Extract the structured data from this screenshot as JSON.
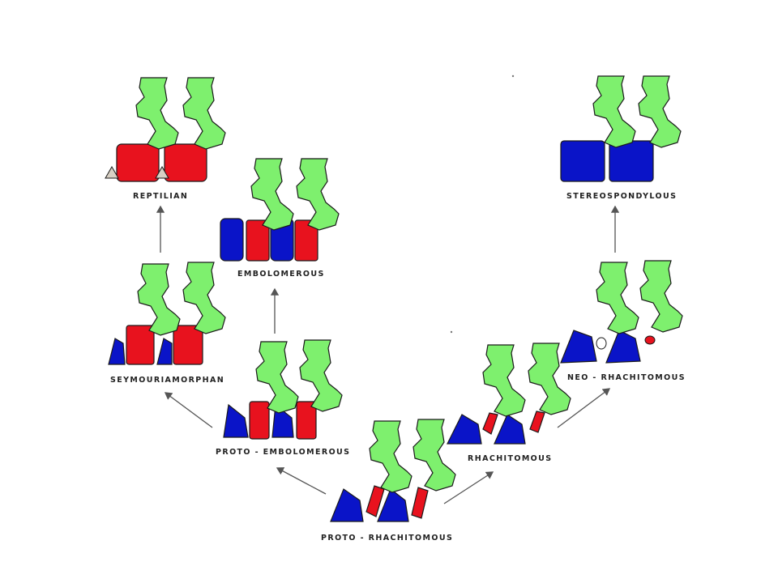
{
  "colors": {
    "neural_arch": "#7ef06e",
    "intercentrum": "#0a14c8",
    "pleurocentrum": "#e8121e",
    "intermediate": "#d8d0c4",
    "outline": "#1a1a1a",
    "arrow": "#555555"
  },
  "stages": [
    {
      "id": "reptilian",
      "label": "REPTILIAN"
    },
    {
      "id": "embolomerous",
      "label": "EMBOLOMEROUS"
    },
    {
      "id": "stereospondylous",
      "label": "STEREOSPONDYLOUS"
    },
    {
      "id": "seymouriamorphan",
      "label": "SEYMOURIAMORPHAN"
    },
    {
      "id": "proto-embolomerous",
      "label": "PROTO - EMBOLOMEROUS"
    },
    {
      "id": "neo-rhachitomous",
      "label": "NEO - RHACHITOMOUS"
    },
    {
      "id": "rhachitomous",
      "label": "RHACHITOMOUS"
    },
    {
      "id": "proto-rhachitomous",
      "label": "PROTO - RHACHITOMOUS"
    }
  ]
}
